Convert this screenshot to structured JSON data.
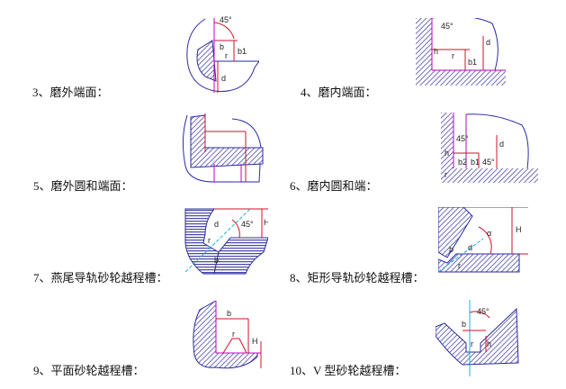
{
  "items": [
    {
      "caption": "3、磨外端面：",
      "labels": {
        "angle": "45°",
        "b": "b",
        "r": "r",
        "b1": "b1",
        "d": "d"
      }
    },
    {
      "caption": "4、磨内端面：",
      "labels": {
        "angle": "45°",
        "h": "h",
        "r": "r",
        "b1": "b1",
        "d": "d"
      }
    },
    {
      "caption": "5、磨外圆和端面：",
      "labels": {}
    },
    {
      "caption": "6、磨内圆和端：",
      "labels": {
        "angle1": "45°",
        "angle2": "45°",
        "h": "h",
        "b2": "b2",
        "b1": "b1",
        "d": "d",
        "r": "r"
      }
    },
    {
      "caption": "7、燕尾导轨砂轮越程槽：",
      "labels": {
        "angle": "45°",
        "H": "H",
        "d": "d",
        "r": "r",
        "b": "b"
      }
    },
    {
      "caption": "8、矩形导轨砂轮越程槽：",
      "labels": {
        "alpha": "α",
        "H": "H",
        "b": "b",
        "d": "d",
        "r": "r"
      }
    },
    {
      "caption": "9、平面砂轮越程槽：",
      "labels": {
        "b": "b",
        "r": "r",
        "H": "H"
      }
    },
    {
      "caption": "10、V 型砂轮越程槽：",
      "labels": {
        "angle": "45°",
        "b": "b",
        "r": "r",
        "h": "h"
      }
    }
  ],
  "colors": {
    "outline": "#2a2aa0",
    "hatch": "#4a4aa8",
    "dimension": "#d0102a",
    "centerline": "#c000c0",
    "axis": "#20b0d0"
  }
}
